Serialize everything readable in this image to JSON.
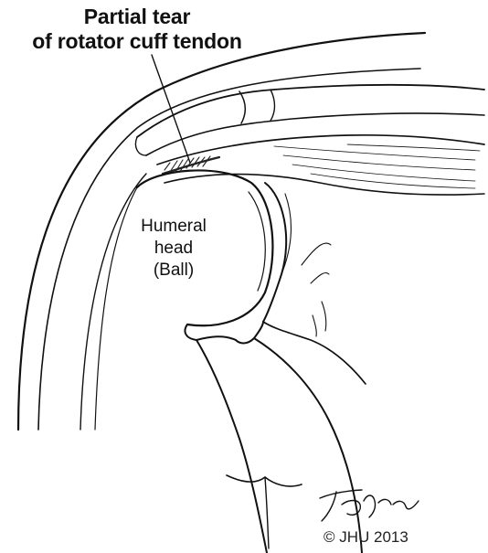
{
  "annotation": {
    "title_lines": [
      "Partial tear",
      "of rotator cuff tendon"
    ]
  },
  "humeral_head_label": {
    "lines": [
      "Humeral",
      "head",
      "(Ball)"
    ]
  },
  "credit": {
    "copyright": "© JHU 2013",
    "signature": "T.Phelps"
  },
  "colors": {
    "ink": "#111111",
    "paper": "#ffffff",
    "tear_hatching": "#222222"
  }
}
